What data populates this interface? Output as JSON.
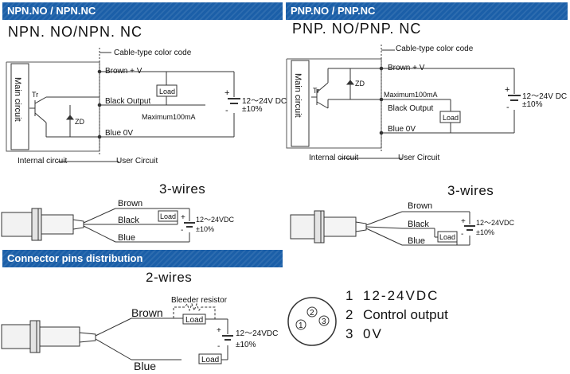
{
  "npn": {
    "header": "NPN.NO / NPN.NC",
    "title": "NPN. NO/NPN. NC",
    "cable_label": "Cable-type color code",
    "brown": "Brown + V",
    "black": "Black Output",
    "blue": "Blue 0V",
    "load": "Load",
    "main_circuit": "Main circuit",
    "tr": "Tr",
    "zd": "ZD",
    "max": "Maximum100mA",
    "dc": "12～24V DC",
    "tol": "±10%",
    "internal": "Internal circuit",
    "user": "User Circuit",
    "plus": "+",
    "minus": "-"
  },
  "pnp": {
    "header": "PNP.NO / PNP.NC",
    "title": "PNP. NO/PNP. NC",
    "cable_label": "Cable-type color code",
    "brown": "Brown + V",
    "black": "Black Output",
    "blue": "Blue 0V",
    "load": "Load",
    "main_circuit": "Main circuit",
    "tr": "Tr",
    "zd": "ZD",
    "max": "Maximum100mA",
    "dc": "12～24V DC",
    "tol": "±10%",
    "internal": "Internal circuit",
    "user": "User Circuit",
    "plus": "+",
    "minus": "-"
  },
  "three_wire_left": {
    "title": "3-wires",
    "brown": "Brown",
    "black": "Black",
    "blue": "Blue",
    "load": "Load",
    "dc": "12～24VDC",
    "tol": "±10%",
    "plus": "+",
    "minus": "-"
  },
  "three_wire_right": {
    "title": "3-wires",
    "brown": "Brown",
    "black": "Black",
    "blue": "Blue",
    "load": "Load",
    "dc": "12～24VDC",
    "tol": "±10%",
    "plus": "+",
    "minus": "-"
  },
  "connector": {
    "header": "Connector pins distribution",
    "two_wires": "2-wires",
    "bleeder": "Bleeder resistor",
    "brown": "Brown",
    "blue": "Blue",
    "load1": "Load",
    "load2": "Load",
    "dc": "12～24VDC",
    "tol": "±10%",
    "plus": "+",
    "minus": "-",
    "pin_numbers": [
      "1",
      "2",
      "3"
    ],
    "pins": [
      {
        "num": "1",
        "label": "12-24VDC"
      },
      {
        "num": "2",
        "label": "Control output"
      },
      {
        "num": "3",
        "label": "0V"
      }
    ]
  }
}
